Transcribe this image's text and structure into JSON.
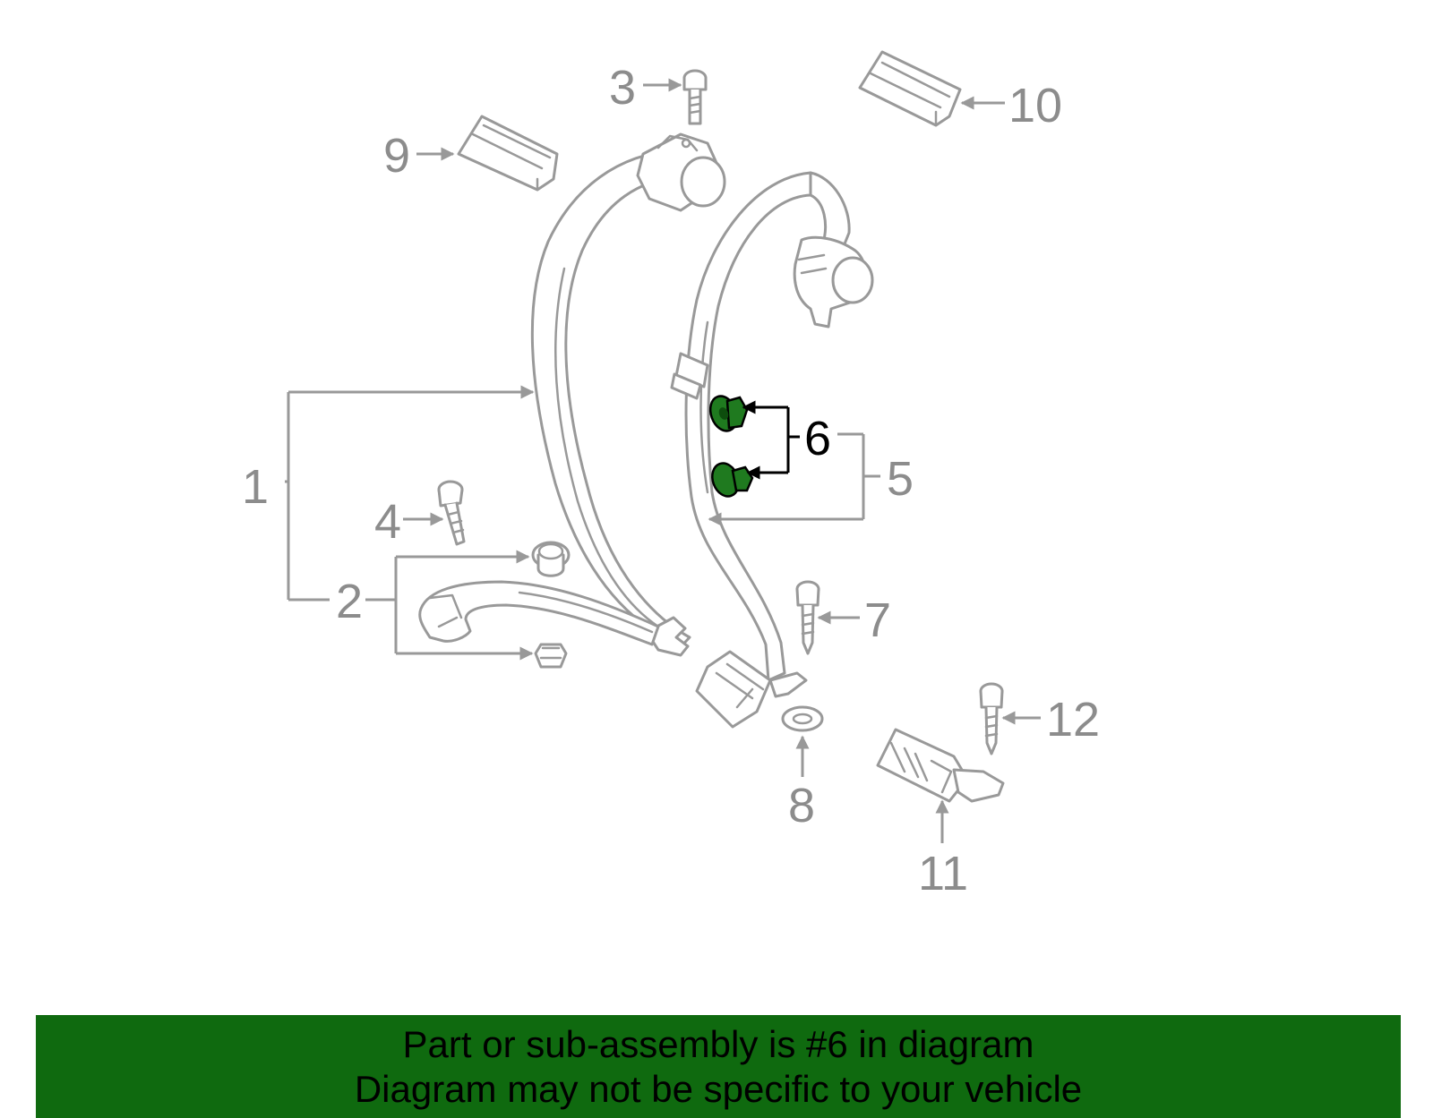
{
  "callouts": {
    "c1": "1",
    "c2": "2",
    "c3": "3",
    "c4": "4",
    "c5": "5",
    "c6": "6",
    "c7": "7",
    "c8": "8",
    "c9": "9",
    "c10": "10",
    "c11": "11",
    "c12": "12"
  },
  "highlight_part": "6",
  "colors": {
    "line_art": "#999999",
    "callout_text": "#8c8c8c",
    "highlight_fill": "#1f7a1f",
    "highlight_leader": "#000000",
    "footer_background": "#0f6a0f",
    "footer_text": "#000000"
  },
  "footer": {
    "line1": "Part or sub-assembly is #6 in diagram",
    "line2": "Diagram may not be specific to your vehicle"
  }
}
